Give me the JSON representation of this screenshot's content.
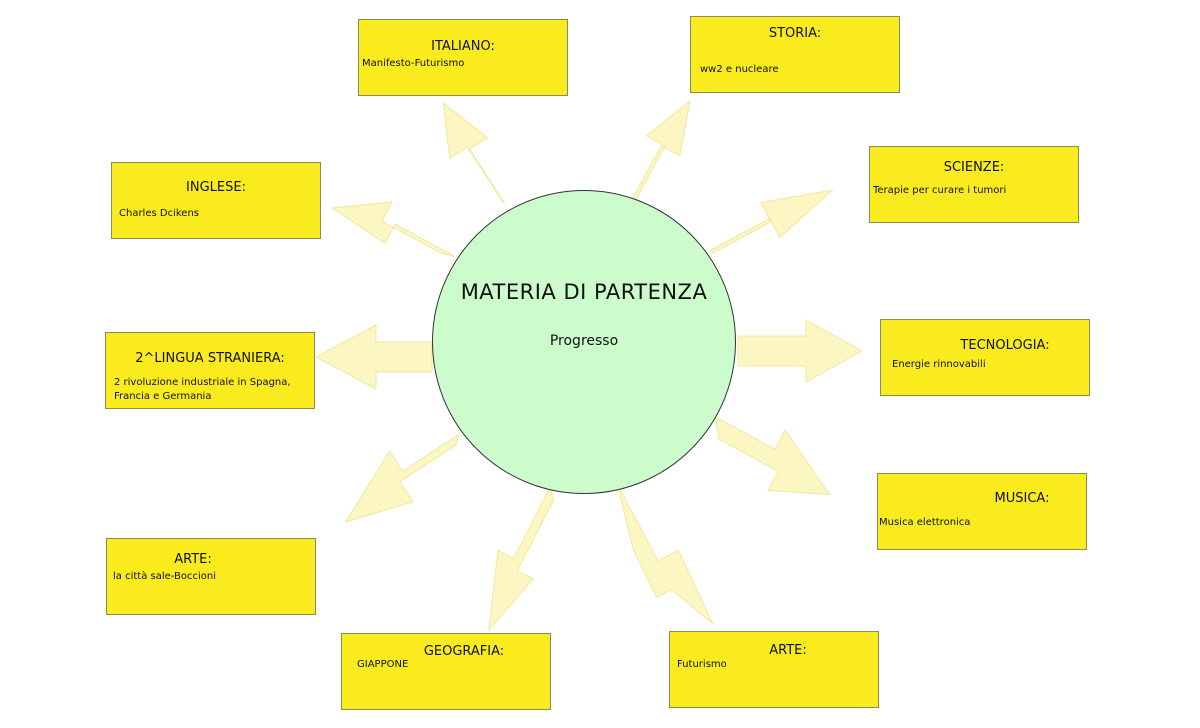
{
  "center": {
    "title": "MATERIA DI PARTENZA",
    "subtitle": "Progresso"
  },
  "nodes": {
    "italiano": {
      "title": "ITALIANO:",
      "text": "Manifesto-Futurismo"
    },
    "storia": {
      "title": "STORIA:",
      "text": "ww2 e nucleare"
    },
    "scienze": {
      "title": "SCIENZE:",
      "text": "Terapie per curare i tumori"
    },
    "inglese": {
      "title": "INGLESE:",
      "text": "Charles Dcikens"
    },
    "tecnologia": {
      "title": "TECNOLOGIA:",
      "text": "Energie rinnovabili"
    },
    "lingua": {
      "title": "2^LINGUA STRANIERA:",
      "text": "2 rivoluzione industriale in Spagna, Francia e Germania"
    },
    "musica": {
      "title": "MUSICA:",
      "text": "Musica elettronica"
    },
    "arte1": {
      "title": "ARTE:",
      "text": "la città sale-Boccioni"
    },
    "geografia": {
      "title": "GEOGRAFIA:",
      "text": "GIAPPONE"
    },
    "arte2": {
      "title": "ARTE:",
      "text": "Futurismo"
    }
  },
  "colors": {
    "node_fill": "#faeb1e",
    "hub_fill": "#ccfccc",
    "arrow_fill": "#fbf6c2"
  }
}
